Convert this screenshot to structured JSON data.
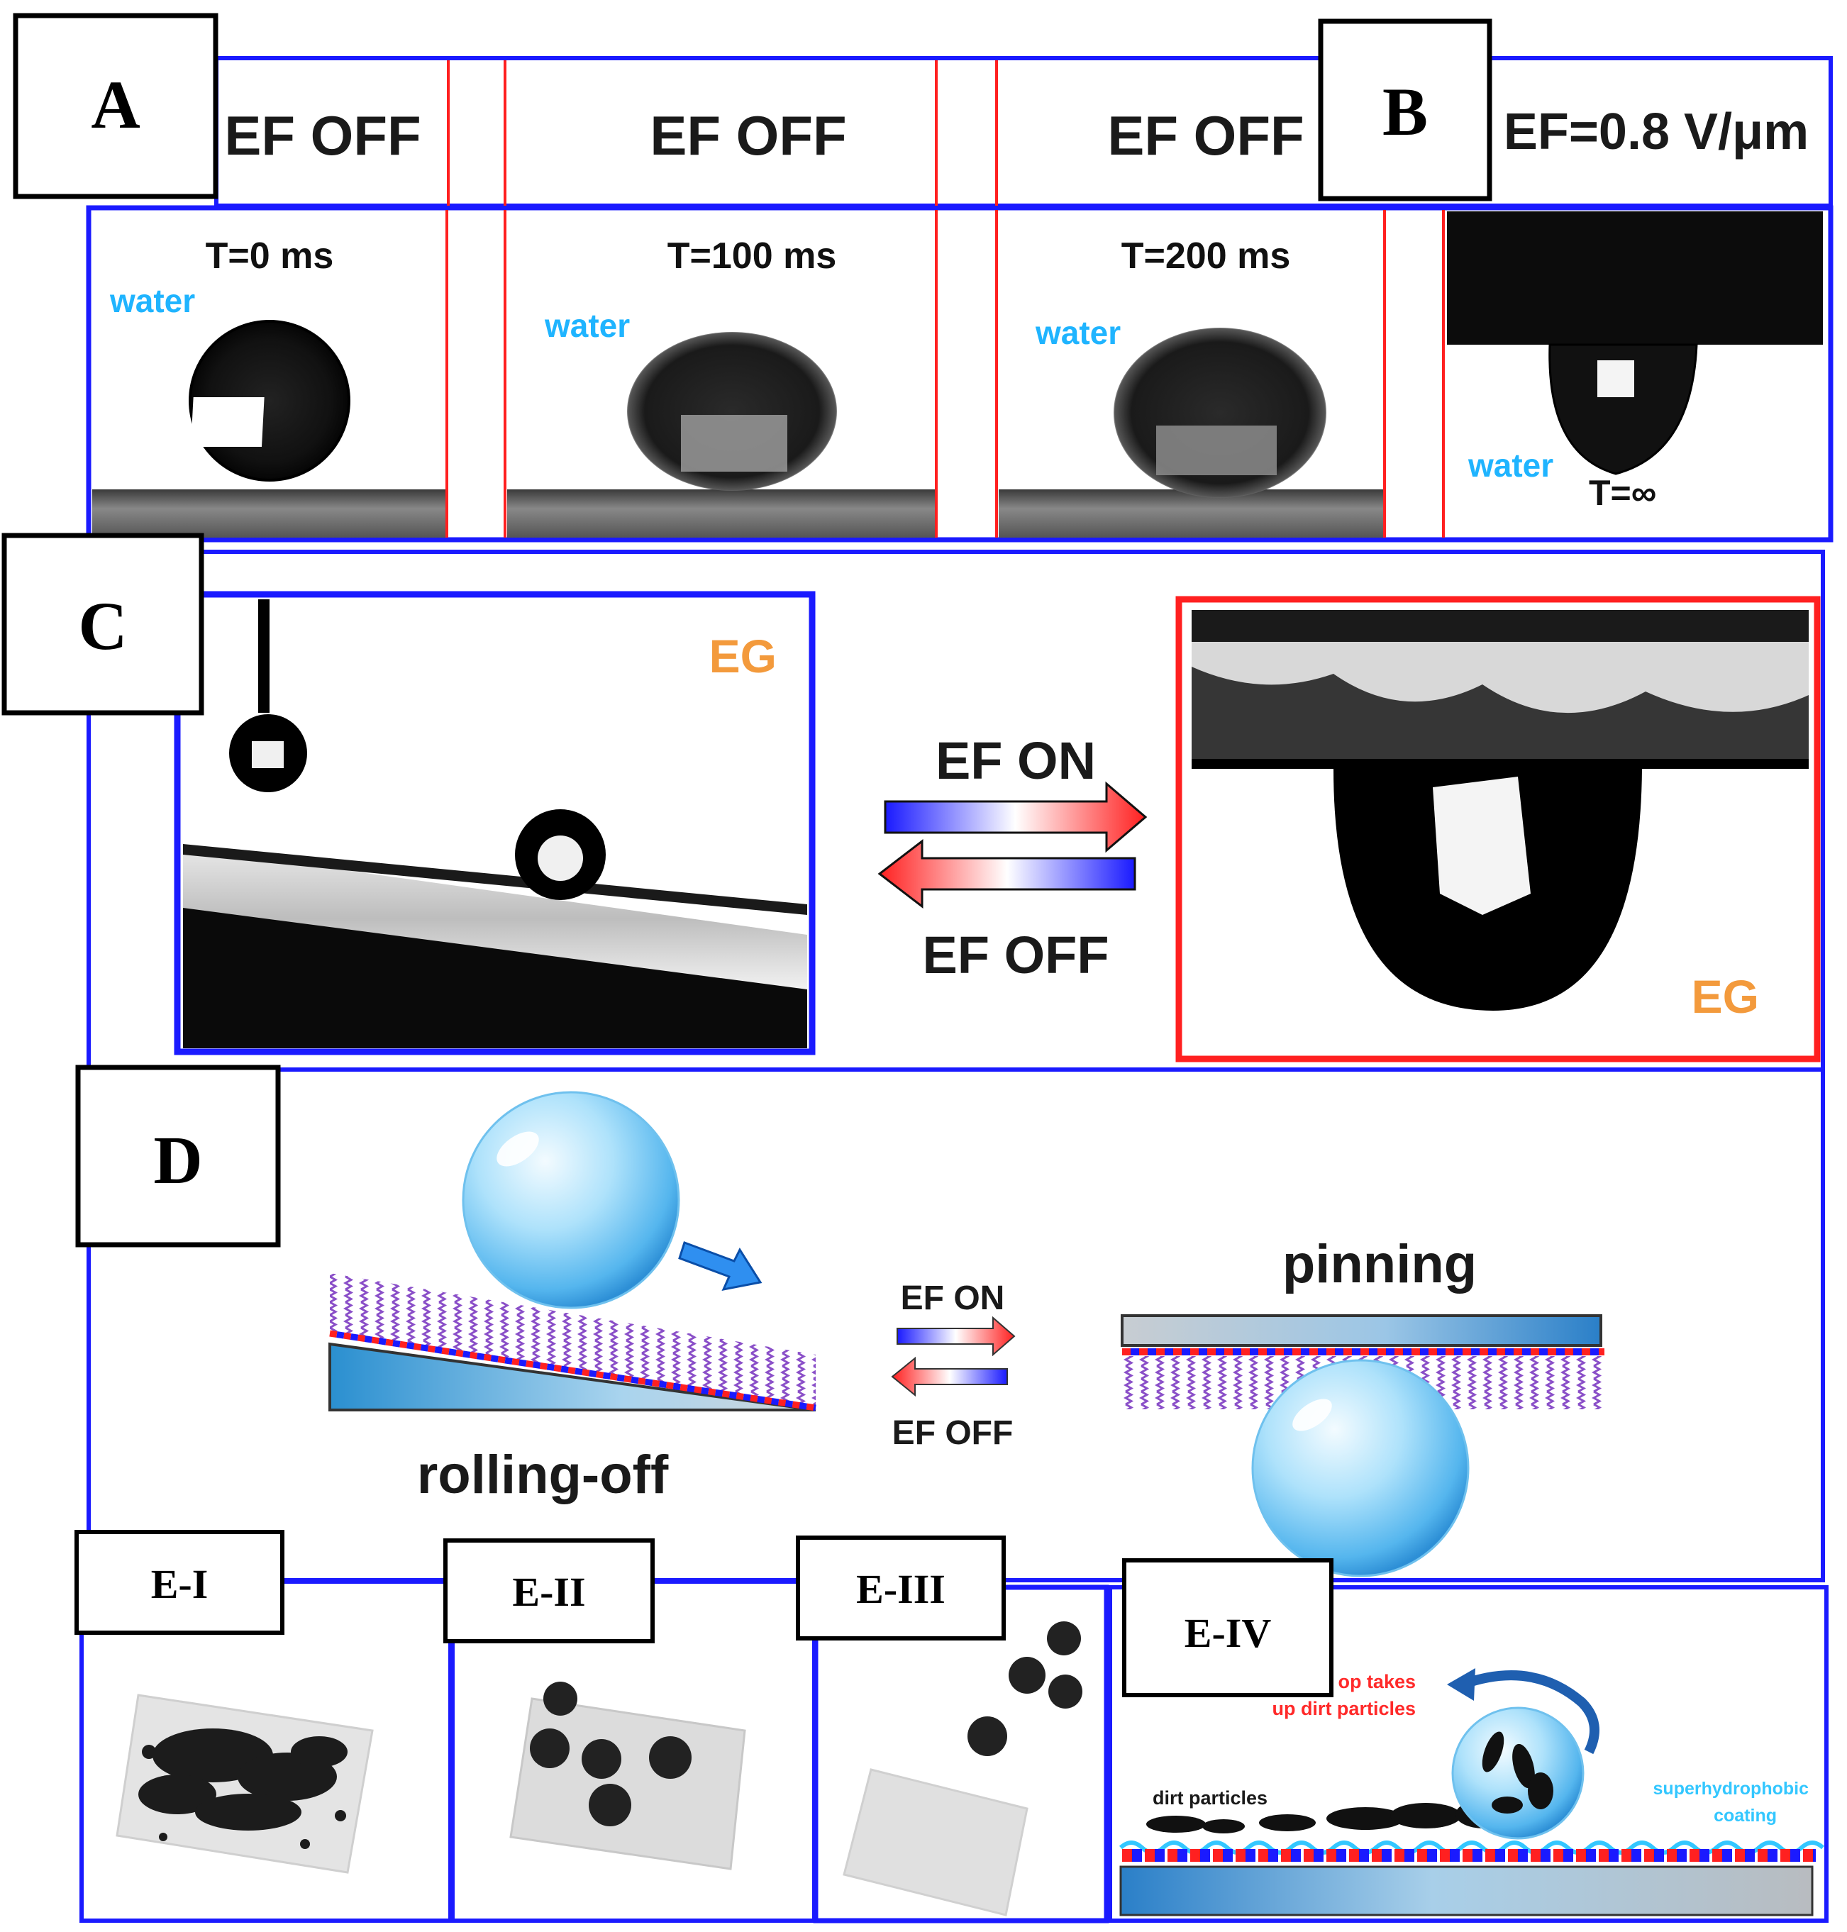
{
  "panels": {
    "A": {
      "label": "A",
      "headers": [
        "EF OFF",
        "EF OFF",
        "EF OFF"
      ],
      "frames": [
        {
          "time": "T=0 ms",
          "liquid": "water"
        },
        {
          "time": "T=100 ms",
          "liquid": "water"
        },
        {
          "time": "T=200 ms",
          "liquid": "water"
        }
      ]
    },
    "B": {
      "label": "B",
      "header": "EF=0.8 V/μm",
      "liquid": "water",
      "time": "T=∞"
    },
    "C": {
      "label": "C",
      "left_liquid": "EG",
      "right_liquid": "EG",
      "arrow_on": "EF ON",
      "arrow_off": "EF OFF"
    },
    "D": {
      "label": "D",
      "left_caption": "rolling-off",
      "right_caption": "pinning",
      "arrow_on": "EF ON",
      "arrow_off": "EF OFF"
    },
    "E": {
      "labels": [
        "E-I",
        "E-II",
        "E-III",
        "E-IV"
      ],
      "drop_text_line1": "op takes",
      "drop_text_line2": "up dirt particles",
      "dirt_label": "dirt particles",
      "coating_line1": "superhydrophobic",
      "coating_line2": "coating"
    }
  },
  "colors": {
    "frame_blue": "#1a1aff",
    "divider_red": "#ff2020",
    "water_label": "#1fb4ff",
    "eg_label": "#f39a3c",
    "arrow_red": "#ff2020",
    "arrow_blue": "#1a1aff",
    "text_red": "#ff2a2a",
    "coating_cyan": "#33c7ff"
  }
}
